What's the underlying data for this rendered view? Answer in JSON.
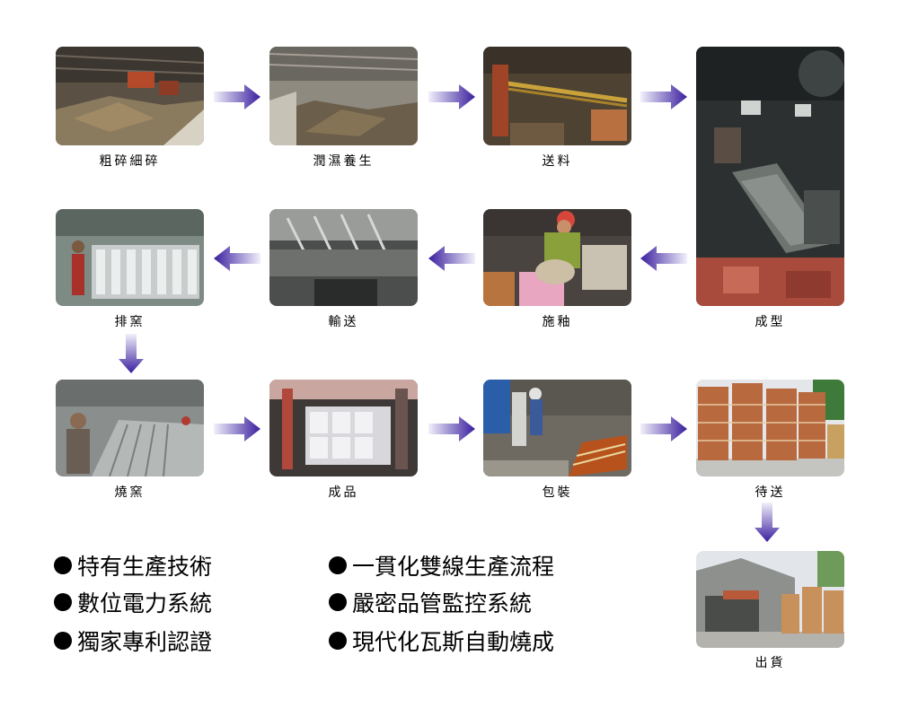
{
  "steps": [
    {
      "label": "粗碎細碎",
      "photo": "crushing-photo"
    },
    {
      "label": "潤濕養生",
      "photo": "curing-photo"
    },
    {
      "label": "送料",
      "photo": "feeding-photo"
    },
    {
      "label": "成型",
      "photo": "forming-photo"
    },
    {
      "label": "施釉",
      "photo": "glazing-photo"
    },
    {
      "label": "輸送",
      "photo": "conveying-photo"
    },
    {
      "label": "排窯",
      "photo": "kiln-loading-photo"
    },
    {
      "label": "燒窯",
      "photo": "firing-photo"
    },
    {
      "label": "成品",
      "photo": "finished-product-photo"
    },
    {
      "label": "包裝",
      "photo": "packaging-photo"
    },
    {
      "label": "待送",
      "photo": "awaiting-shipment-photo"
    },
    {
      "label": "出貨",
      "photo": "shipment-photo"
    }
  ],
  "features": [
    "特有生產技術",
    "數位電力系統",
    "獨家專利認證",
    "一貫化雙線生產流程",
    "嚴密品管監控系統",
    "現代化瓦斯自動燒成"
  ],
  "colors": {
    "arrow_dark": "#3a1f9e",
    "arrow_light": "#f2f0fb",
    "bullet": "#000000"
  }
}
